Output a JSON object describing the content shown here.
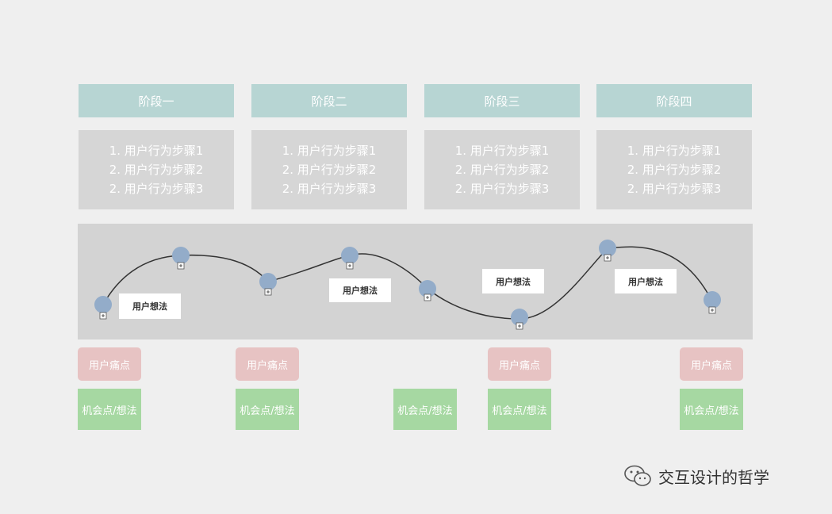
{
  "stages": [
    {
      "title": "阶段一",
      "steps": [
        "1. 用户行为步骤1",
        "2. 用户行为步骤2",
        "2. 用户行为步骤3"
      ]
    },
    {
      "title": "阶段二",
      "steps": [
        "1. 用户行为步骤1",
        "2. 用户行为步骤2",
        "2. 用户行为步骤3"
      ]
    },
    {
      "title": "阶段三",
      "steps": [
        "1. 用户行为步骤1",
        "2. 用户行为步骤2",
        "2. 用户行为步骤3"
      ]
    },
    {
      "title": "阶段四",
      "steps": [
        "1. 用户行为步骤1",
        "2. 用户行为步骤2",
        "2. 用户行为步骤3"
      ]
    }
  ],
  "thoughts": [
    "用户想法",
    "用户想法",
    "用户想法",
    "用户想法"
  ],
  "pain_points": [
    "用户痛点",
    "用户痛点",
    "用户痛点",
    "用户痛点"
  ],
  "opportunities": [
    "机会点/想法",
    "机会点/想法",
    "机会点/想法",
    "机会点/想法",
    "机会点/想法"
  ],
  "watermark": {
    "text": "交互设计的哲学",
    "icon": "wechat-icon"
  },
  "colors": {
    "stage_header": "#b7d5d3",
    "steps_box": "#d6d6d6",
    "band": "#d3d3d3",
    "node": "#93acc9",
    "pain": "#e7c3c3",
    "opportunity": "#a6d8a2"
  }
}
